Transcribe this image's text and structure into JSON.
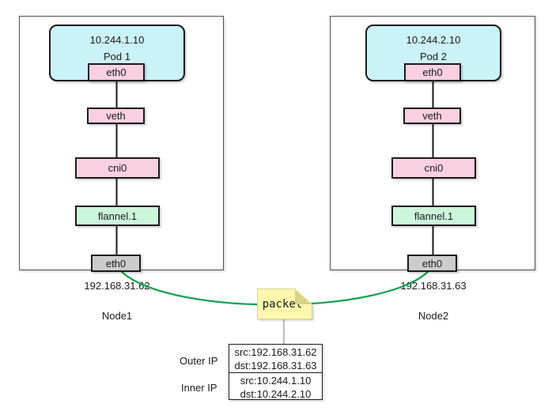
{
  "colors": {
    "pod_fill": "#CBF2F6",
    "interface_pink": "#F9D0E2",
    "flannel_green": "#CCF6DC",
    "host_eth_gray": "#CCCCCC",
    "note_fill": "#FDF8AE",
    "note_fold": "#D8D487",
    "note_border": "#D6D28B",
    "tunnel_green": "#17A154",
    "connector_gray": "#BBBBBB"
  },
  "nodes": [
    {
      "pod_ip": "10.244.1.10",
      "pod_label": "Pod 1",
      "pod_eth_label": "eth0",
      "veth_label": "veth",
      "cni_label": "cni0",
      "flannel_label": "flannel.1",
      "host_eth_label": "eth0",
      "host_ip": "192.168.31.62",
      "node_label": "Node1"
    },
    {
      "pod_ip": "10.244.2.10",
      "pod_label": "Pod 2",
      "pod_eth_label": "eth0",
      "veth_label": "veth",
      "cni_label": "cni0",
      "flannel_label": "flannel.1",
      "host_eth_label": "eth0",
      "host_ip": "192.168.31.63",
      "node_label": "Node2"
    }
  ],
  "packet": {
    "note_label": "packet",
    "outer": {
      "label": "Outer IP",
      "src": "src:192.168.31.62",
      "dst": "dst:192.168.31.63"
    },
    "inner": {
      "label": "Inner IP",
      "src": "src:10.244.1.10",
      "dst": "dst:10.244.2.10"
    }
  }
}
